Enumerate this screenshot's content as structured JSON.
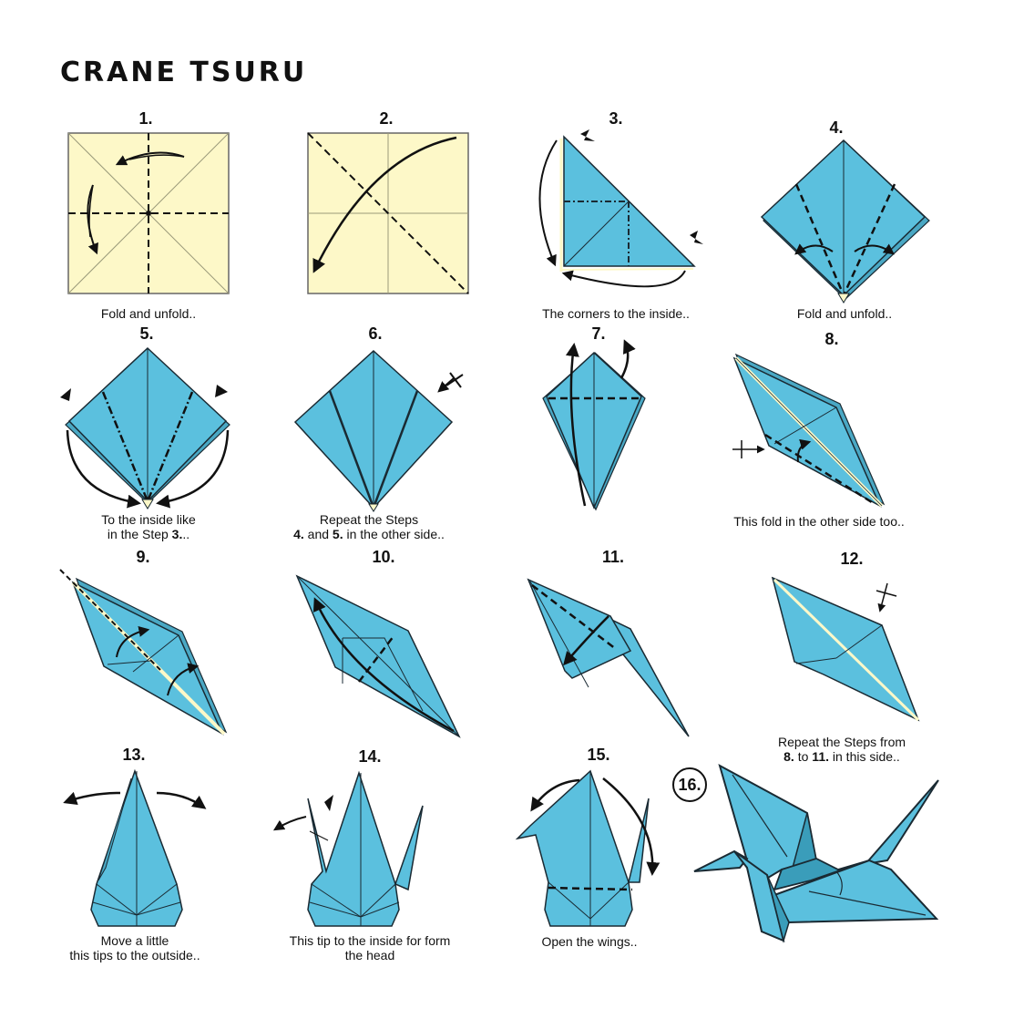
{
  "title": "CRANE TSURU",
  "colors": {
    "paper_front": "#FDF8C8",
    "paper_back": "#5BC0DE",
    "paper_back_shade": "#3A9DBA",
    "line": "#1a2a33",
    "text": "#111111"
  },
  "steps": [
    {
      "number": "1.",
      "caption": "Fold and unfold.."
    },
    {
      "number": "2.",
      "caption": ""
    },
    {
      "number": "3.",
      "caption": "The corners to the inside.."
    },
    {
      "number": "4.",
      "caption": "Fold and unfold.."
    },
    {
      "number": "5.",
      "caption_line1": "To the inside like",
      "caption_line2_pre": "in the Step ",
      "caption_line2_bold": "3.",
      "caption_line2_post": ".."
    },
    {
      "number": "6.",
      "caption_line1": "Repeat the Steps",
      "caption_line2_bold1": "4.",
      "caption_line2_mid": " and ",
      "caption_line2_bold2": "5.",
      "caption_line2_post": " in the other side.."
    },
    {
      "number": "7.",
      "caption": ""
    },
    {
      "number": "8.",
      "caption": "This fold in the other side too.."
    },
    {
      "number": "9.",
      "caption": ""
    },
    {
      "number": "10.",
      "caption": ""
    },
    {
      "number": "11.",
      "caption": ""
    },
    {
      "number": "12.",
      "caption_line1": "Repeat the Steps from",
      "caption_line2_bold1": "8.",
      "caption_line2_mid": " to ",
      "caption_line2_bold2": "11.",
      "caption_line2_post": " in this side.."
    },
    {
      "number": "13.",
      "caption_line1": "Move a little",
      "caption_line2": "this tips to the outside.."
    },
    {
      "number": "14.",
      "caption_line1": "This tip to the inside for form",
      "caption_line2": "the head"
    },
    {
      "number": "15.",
      "caption": "Open the wings.."
    },
    {
      "number": "16.",
      "caption": ""
    }
  ]
}
